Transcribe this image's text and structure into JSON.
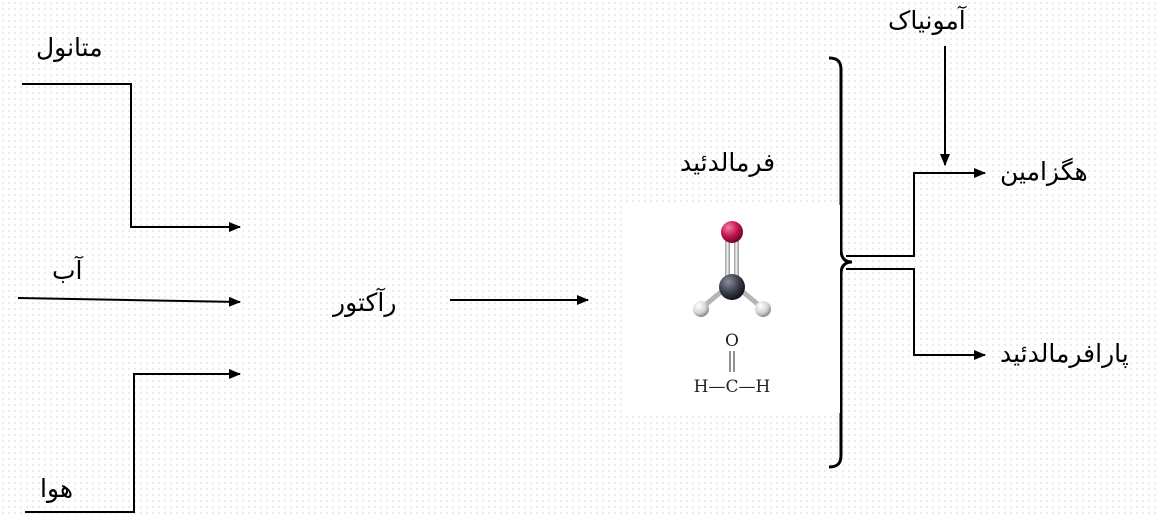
{
  "diagram": {
    "inputs": {
      "methanol": "متانول",
      "water": "آب",
      "air": "هوا"
    },
    "reactor": "رآکتور",
    "product": "فرمالدئید",
    "reagent": "آمونیاک",
    "outputs": {
      "hexamine": "هگزامین",
      "paraformaldehyde": "پارافرمالدئید"
    },
    "formula": {
      "top": "O",
      "bottom": "H—C—H"
    }
  },
  "colors": {
    "line": "#000000",
    "atom_oxygen": "#c1124a",
    "atom_carbon": "#3a3d4a",
    "atom_hydrogen": "#d4d4d4"
  }
}
